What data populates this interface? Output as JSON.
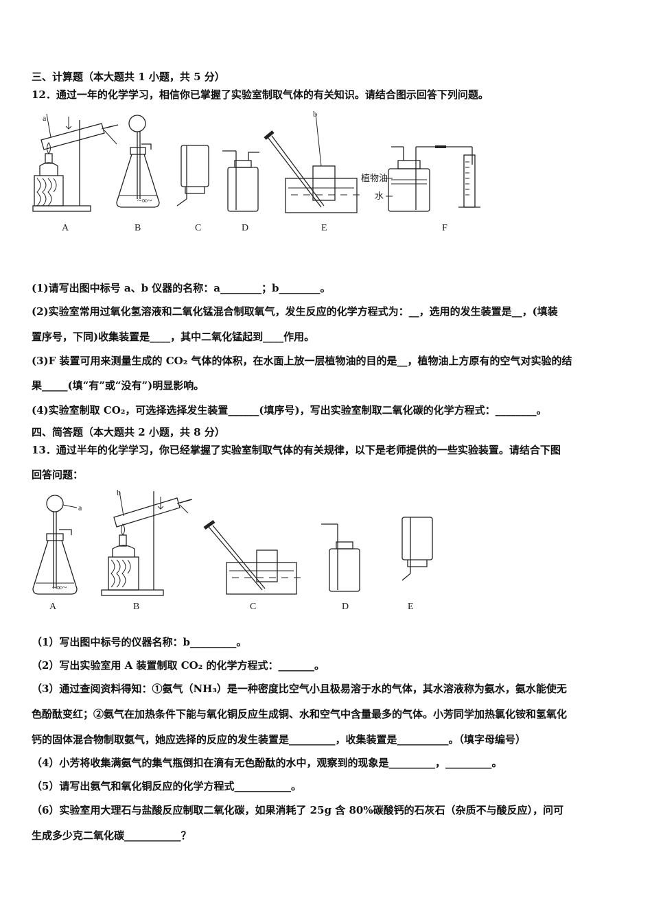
{
  "section3": {
    "heading": "三、计算题（本大题共 1 小题，共 5 分）",
    "q12": {
      "stem": "12．通过一年的化学学习，相信你已掌握了实验室制取气体的有关知识。请结合图示回答下列问题。",
      "figure": {
        "pointer_a": "a",
        "pointer_b": "b",
        "oil_label": "植物油",
        "water_label": "水",
        "apparatus_labels": [
          "A",
          "B",
          "C",
          "D",
          "E",
          "F"
        ]
      },
      "p1": "(1)请写出图中标号 a、b 仪器的名称：a________；b________。",
      "p2_l1": "(2)实验室常用过氧化氢溶液和二氧化锰混合制取氧气，发生反应的化学方程式为：__，选用的发生装置是__，(填装",
      "p2_l2": "置序号，下同)收集装置是____，其中二氧化锰起到____作用。",
      "p3_l1": "(3)F 装置可用来测量生成的 CO₂ 气体的体积，在水面上放一层植物油的目的是__，植物油上方原有的空气对实验的结",
      "p3_l2": "果_____(填“有”或“没有”)明显影响。",
      "p4": "(4)实验室制取 CO₂，可选择选择发生装置______(填序号)，写出实验室制取二氧化碳的化学方程式：________。"
    }
  },
  "section4": {
    "heading": "四、简答题（本大题共 2 小题，共 8 分）",
    "q13": {
      "stem_l1": "13．通过半年的化学学习，你已经掌握了实验室制取气体的有关规律，以下是老师提供的一些实验装置。请结合下图",
      "stem_l2": "回答问题：",
      "figure": {
        "pointer_a": "a",
        "pointer_b": "b",
        "apparatus_labels": [
          "A",
          "B",
          "C",
          "D",
          "E"
        ]
      },
      "p1": "（1）写出图中标号的仪器名称：b_________。",
      "p2": "（2）写出实验室用 A 装置制取 CO₂ 的化学方程式：_______。",
      "p3_l1": "（3）通过查阅资料得知：①氨气（NH₃）是一种密度比空气小且极易溶于水的气体，其水溶液称为氨水，氨水能使无",
      "p3_l2": "色酚酞变红；②氨气在加热条件下能与氧化铜反应生成铜、水和空气中含量最多的气体。小芳同学加热氯化铵和氢氧化",
      "p3_l3": "钙的固体混合物制取氨气，她应选择的反应的发生装置是_________，收集装置是__________。（填字母编号）",
      "p4": "（4）小芳将收集满氨气的集气瓶倒扣在滴有无色酚酞的水中，观察到的现象是_________，_________。",
      "p5": "（5）请写出氨气和氧化铜反应的化学方程式___________。",
      "p6_l1": "（6）实验室用大理石与盐酸反应制取二氧化碳，如果消耗了 25g 含 80%碳酸钙的石灰石（杂质不与酸反应），问可",
      "p6_l2": "生成多少克二氧化碳___________？"
    }
  }
}
